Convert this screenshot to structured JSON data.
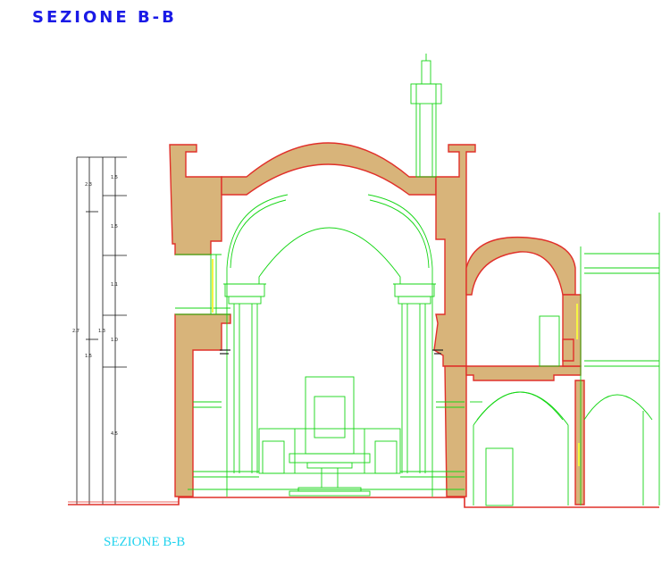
{
  "drawing": {
    "title_top": "SEZIONE B-B",
    "title_bottom": "SEZIONE B-B",
    "dimension_labels": [
      "2.3",
      "1.5",
      "1.5",
      "1.1",
      "2.7",
      "1.3",
      "1.5",
      "1.0",
      "4.5"
    ],
    "colors": {
      "masonry_fill": "#d8b47a",
      "cut_outline": "#e0302a",
      "projection_lines": "#16d616",
      "window_highlight": "#f5f542",
      "title_top_color": "#1a1ae6",
      "title_bottom_color": "#22d3ee"
    }
  }
}
